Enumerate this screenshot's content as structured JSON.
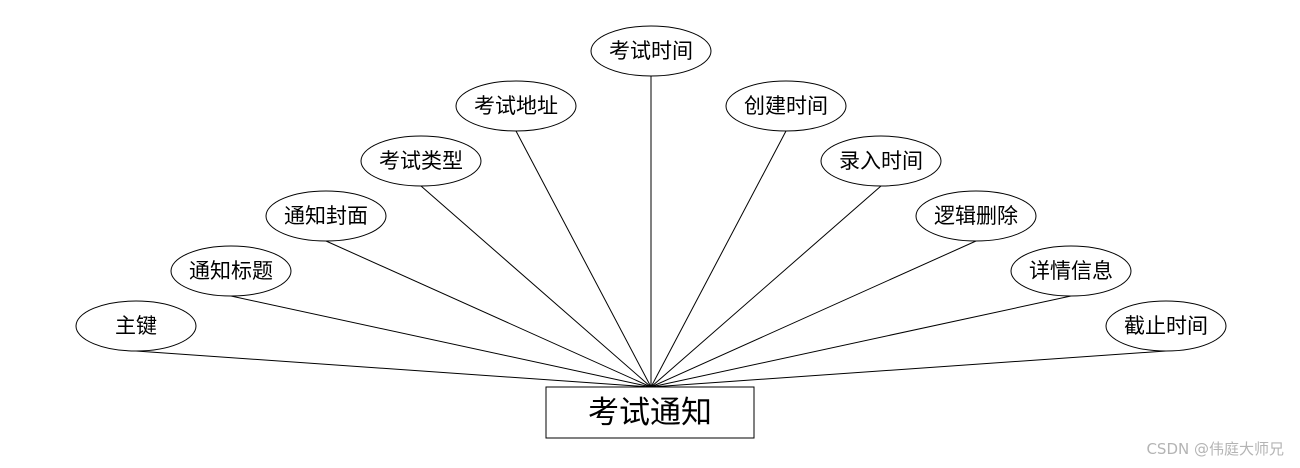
{
  "diagram": {
    "entity": "考试通知",
    "attributes": [
      "主键",
      "通知标题",
      "通知封面",
      "考试类型",
      "考试地址",
      "考试时间",
      "创建时间",
      "录入时间",
      "逻辑删除",
      "详情信息",
      "截止时间"
    ]
  },
  "watermark": "CSDN @伟庭大师兄",
  "colors": {
    "line": "#000000",
    "fill": "#ffffff",
    "watermark": "#b4b4b4"
  }
}
